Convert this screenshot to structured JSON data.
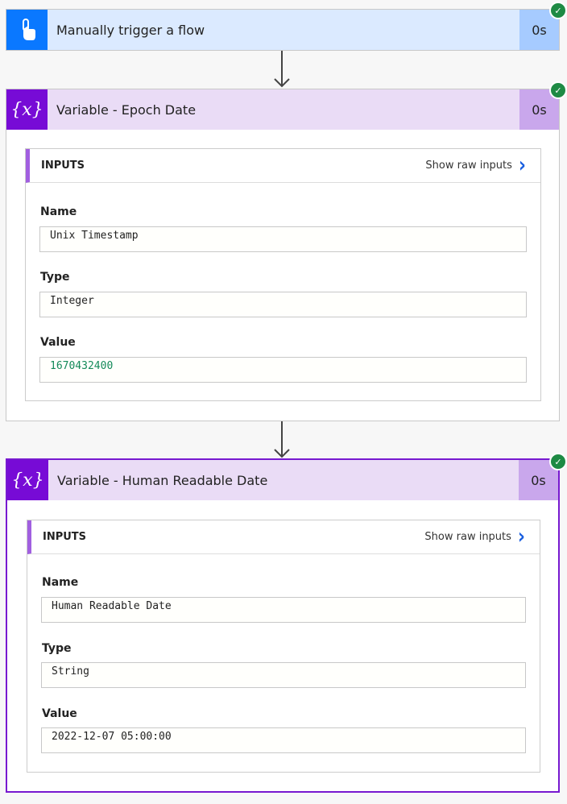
{
  "trigger": {
    "title": "Manually trigger a flow",
    "duration": "0s",
    "status": "succeeded"
  },
  "actions": [
    {
      "title": "Variable - Epoch Date",
      "duration": "0s",
      "inputs_label": "INPUTS",
      "show_raw": "Show raw inputs",
      "fields": [
        {
          "label": "Name",
          "value": "Unix Timestamp"
        },
        {
          "label": "Type",
          "value": "Integer"
        },
        {
          "label": "Value",
          "value": "1670432400"
        }
      ]
    },
    {
      "title": "Variable - Human Readable Date",
      "duration": "0s",
      "inputs_label": "INPUTS",
      "show_raw": "Show raw inputs",
      "fields": [
        {
          "label": "Name",
          "value": "Human Readable Date"
        },
        {
          "label": "Type",
          "value": "String"
        },
        {
          "label": "Value",
          "value": "2022-12-07 05:00:00"
        }
      ]
    }
  ],
  "colors": {
    "trigger": "#0a78ff",
    "variable": "#770bd6",
    "success": "#1e8a44",
    "number": "#148a5a"
  }
}
